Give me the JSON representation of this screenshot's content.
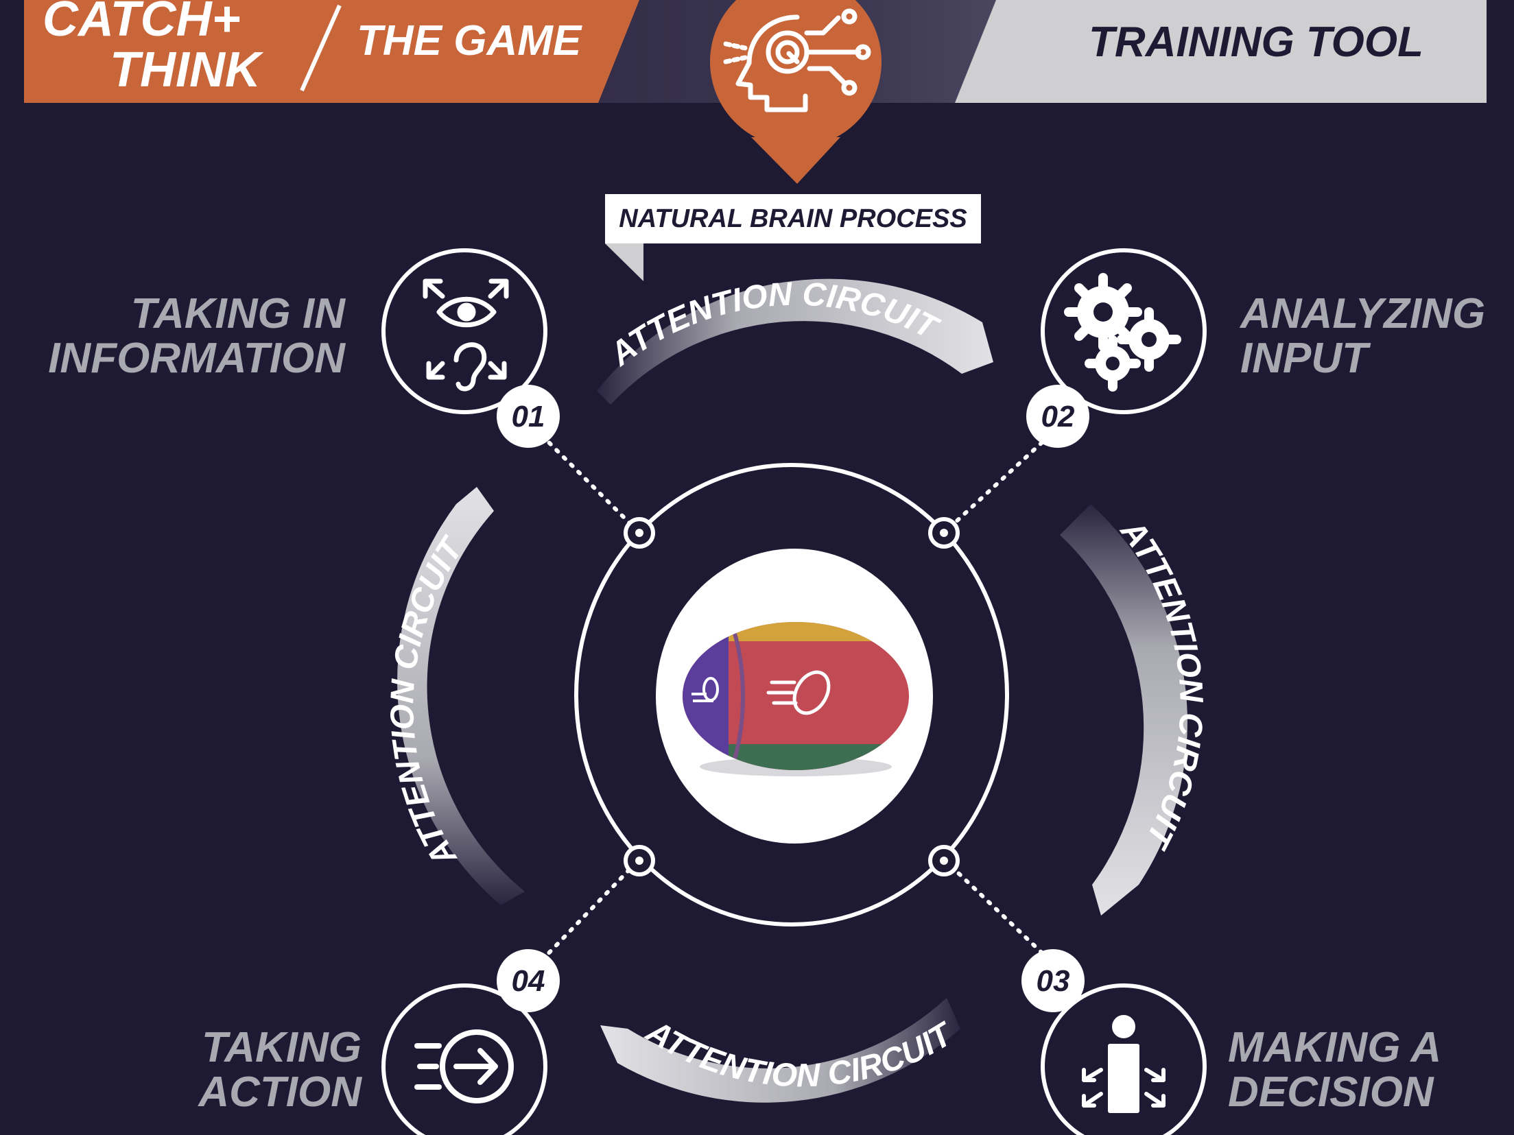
{
  "header": {
    "logo_line1": "CATCH+",
    "logo_line2": "THINK",
    "game_label": "THE GAME",
    "tool_label": "TRAINING TOOL"
  },
  "center": {
    "process_label": "NATURAL BRAIN PROCESS",
    "badge_icon": "brain-circuit-icon",
    "ball_icon": "rugby-ball-icon"
  },
  "steps": [
    {
      "number": "01",
      "line1": "TAKING IN",
      "line2": "INFORMATION",
      "icon": "eye-ear-icon"
    },
    {
      "number": "02",
      "line1": "ANALYZING",
      "line2": "INPUT",
      "icon": "gears-icon"
    },
    {
      "number": "03",
      "line1": "MAKING A",
      "line2": "DECISION",
      "icon": "person-arrows-icon"
    },
    {
      "number": "04",
      "line1": "TAKING",
      "line2": "ACTION",
      "icon": "arrow-right-icon"
    }
  ],
  "circuits": [
    {
      "label": "ATTENTION CIRCUIT"
    },
    {
      "label": "ATTENTION CIRCUIT"
    },
    {
      "label": "ATTENTION CIRCUIT"
    },
    {
      "label": "ATTENTION CIRCUIT"
    }
  ],
  "colors": {
    "background": "#1f1a33",
    "accent": "#c8663a",
    "grey_panel": "#cfcfd1",
    "white": "#ffffff"
  }
}
